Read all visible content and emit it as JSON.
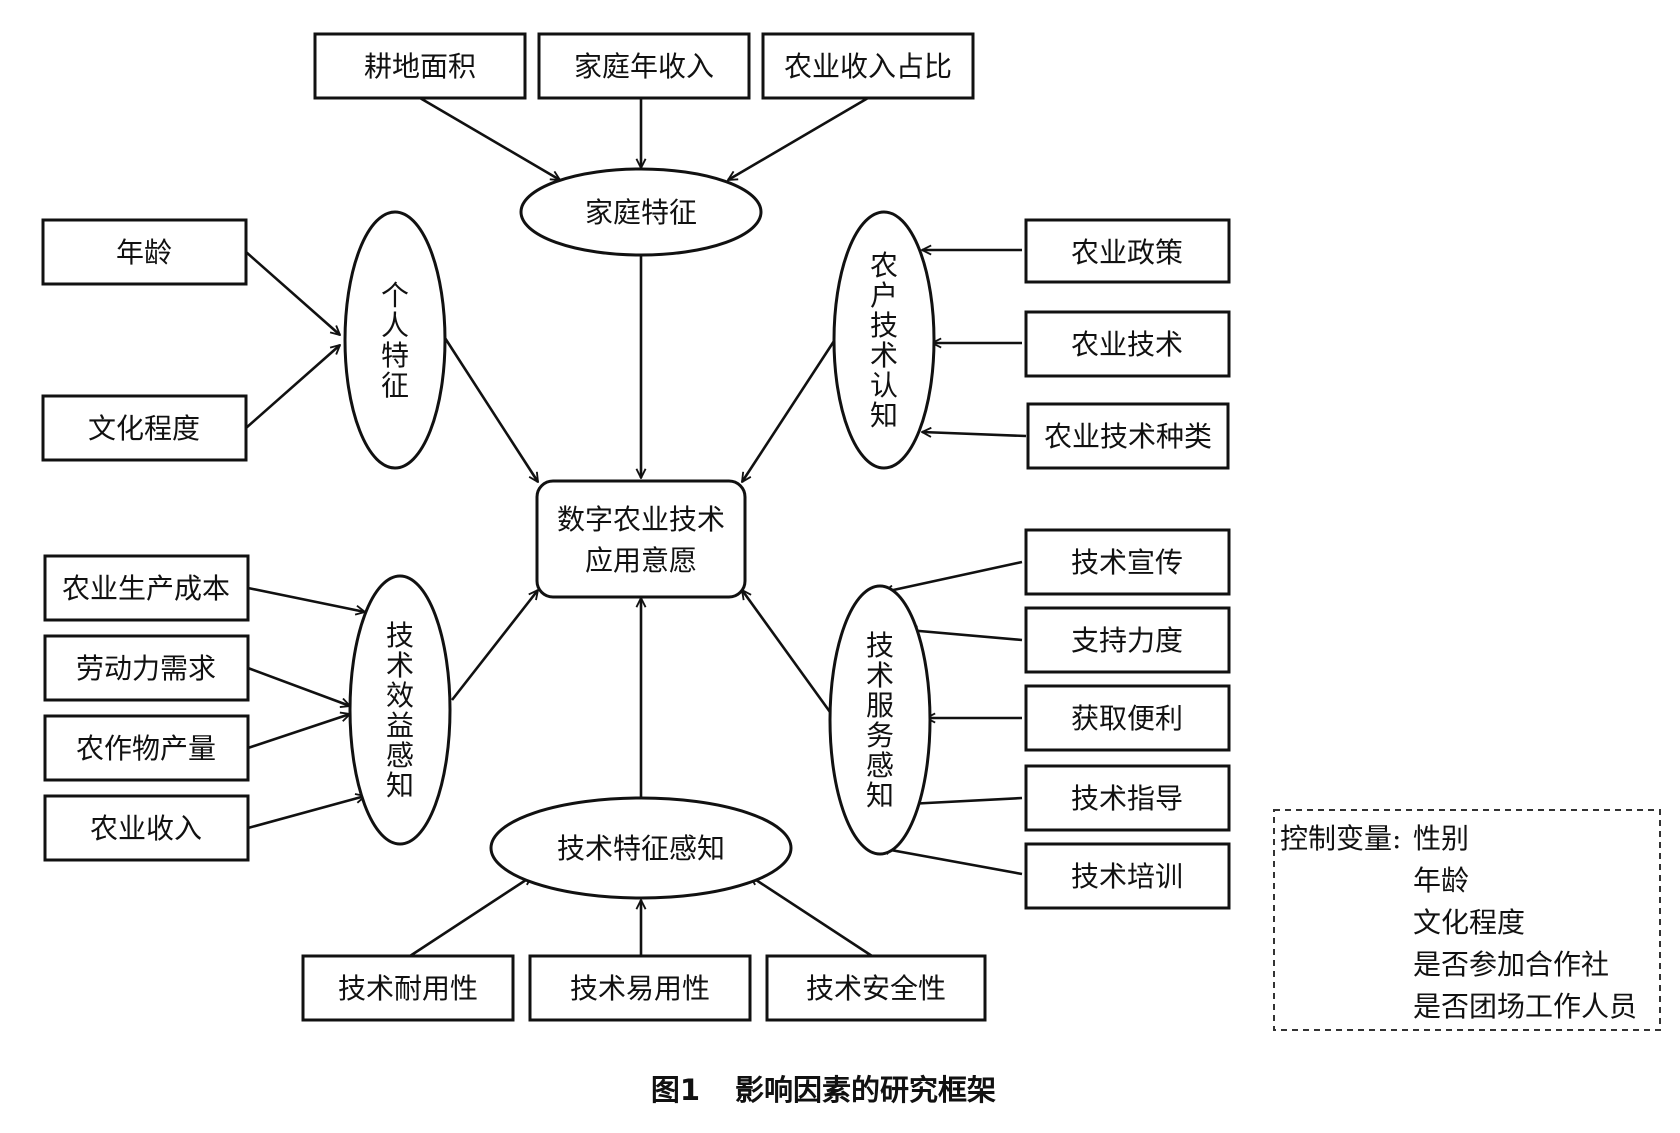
{
  "caption": {
    "number": "图1",
    "title": "影响因素的研究框架"
  },
  "center": {
    "line1": "数字农业技术",
    "line2": "应用意愿"
  },
  "family": {
    "label": "家庭特征",
    "factors": [
      "耕地面积",
      "家庭年收入",
      "农业收入占比"
    ]
  },
  "personal": {
    "label": "个人特征",
    "factors": [
      "年龄",
      "文化程度"
    ]
  },
  "cognition": {
    "label": "农户技术认知",
    "factors": [
      "农业政策",
      "农业技术",
      "农业技术种类"
    ]
  },
  "benefit": {
    "label": "技术效益感知",
    "factors": [
      "农业生产成本",
      "劳动力需求",
      "农作物产量",
      "农业收入"
    ]
  },
  "service": {
    "label": "技术服务感知",
    "factors": [
      "技术宣传",
      "支持力度",
      "获取便利",
      "技术指导",
      "技术培训"
    ]
  },
  "feature": {
    "label": "技术特征感知",
    "factors": [
      "技术耐用性",
      "技术易用性",
      "技术安全性"
    ]
  },
  "controls": {
    "title": "控制变量:",
    "items": [
      "性别",
      "年龄",
      "文化程度",
      "是否参加合作社",
      "是否团场工作人员"
    ]
  }
}
